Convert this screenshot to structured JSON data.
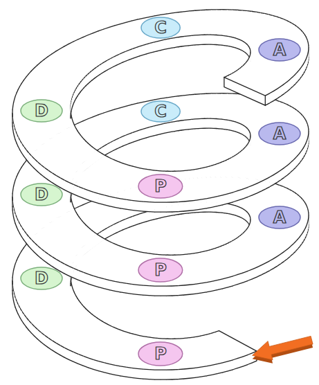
{
  "diagram": {
    "nodes": [
      {
        "text": [
          "C"
        ]
      },
      {
        "text": [
          "A"
        ]
      },
      {
        "text": [
          "C"
        ]
      },
      {
        "text": [
          "D"
        ]
      },
      {
        "text": [
          "A"
        ]
      },
      {
        "text": [
          "P"
        ]
      },
      {
        "text": [
          "D"
        ]
      },
      {
        "text": [
          "A"
        ]
      },
      {
        "text": [
          "P"
        ]
      },
      {
        "text": [
          "D"
        ]
      },
      {
        "text": [
          "P"
        ]
      }
    ]
  }
}
